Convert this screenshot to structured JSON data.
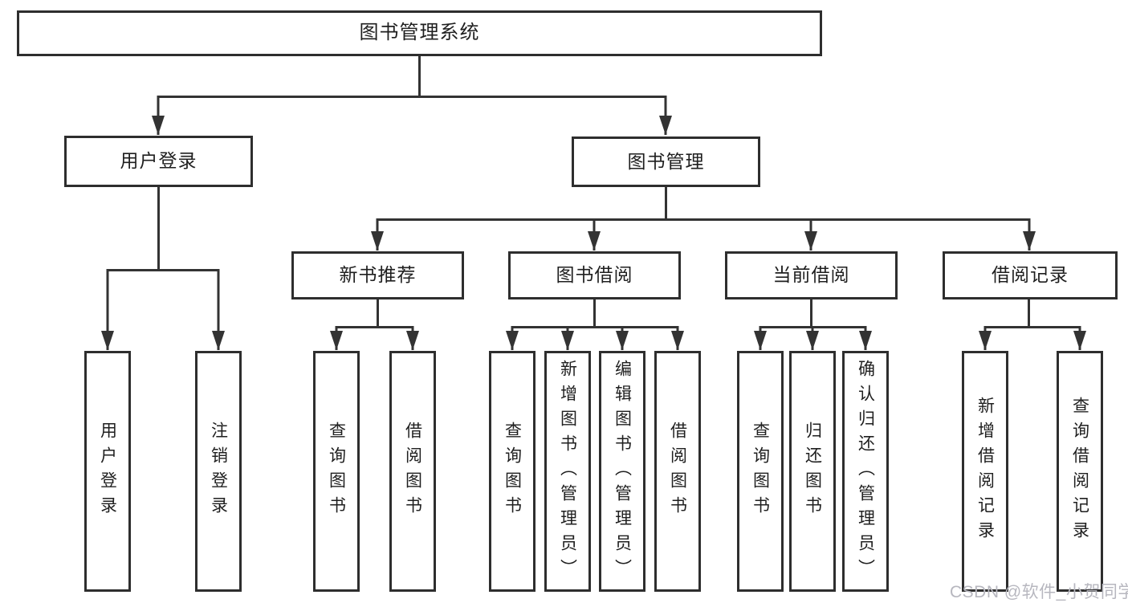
{
  "tree": {
    "root": {
      "label": "图书管理系统"
    },
    "branches": [
      {
        "label": "用户登录",
        "children": [
          {
            "label": "用户登录"
          },
          {
            "label": "注销登录"
          }
        ]
      },
      {
        "label": "图书管理",
        "children": [
          {
            "label": "新书推荐",
            "children": [
              {
                "label": "查询图书"
              },
              {
                "label": "借阅图书"
              }
            ]
          },
          {
            "label": "图书借阅",
            "children": [
              {
                "label": "查询图书"
              },
              {
                "label": "新增图书（管理员）"
              },
              {
                "label": "编辑图书（管理员）"
              },
              {
                "label": "借阅图书"
              }
            ]
          },
          {
            "label": "当前借阅",
            "children": [
              {
                "label": "查询图书"
              },
              {
                "label": "归还图书"
              },
              {
                "label": "确认归还（管理员）"
              }
            ]
          },
          {
            "label": "借阅记录",
            "children": [
              {
                "label": "新增借阅记录"
              },
              {
                "label": "查询借阅记录"
              }
            ]
          }
        ]
      }
    ]
  },
  "watermark": {
    "text": "CSDN @软件_小贺同学"
  },
  "colors": {
    "line": "#333333",
    "box_border": "#2e2e2e",
    "text": "#1f1f1f",
    "watermark": "#b7b7bf",
    "background": "#ffffff"
  }
}
